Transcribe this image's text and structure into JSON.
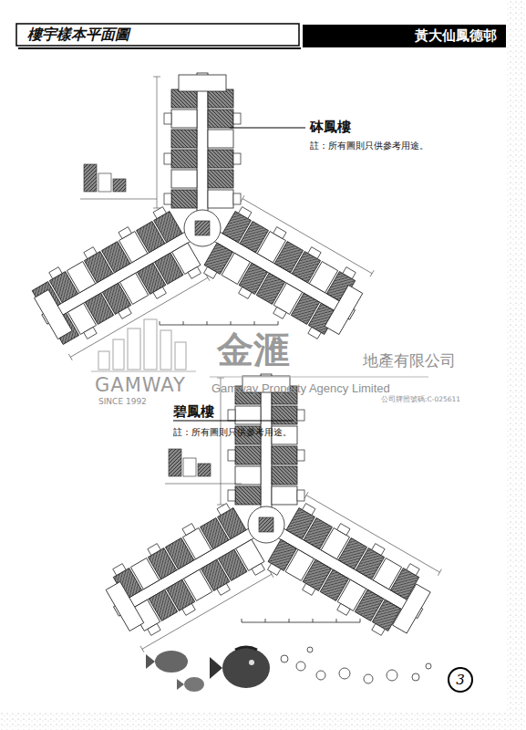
{
  "diagram": {
    "title": "樓宇樣本平面圖",
    "nodes": [
      {
        "text": [
          "黃大仙鳳德邨"
        ]
      },
      {
        "text": [
          "3"
        ]
      }
    ],
    "labels": [
      "砵鳳樓",
      "註：所有圖則只供參考用途。",
      "碧鳳樓",
      "註：所有圖則只供參考用途。",
      "金滙",
      "地產有限公司",
      "GAMWAY",
      "Gamway Property Agency Limited",
      "SINCE 1992",
      "公司牌照號碼:C-025611"
    ]
  }
}
